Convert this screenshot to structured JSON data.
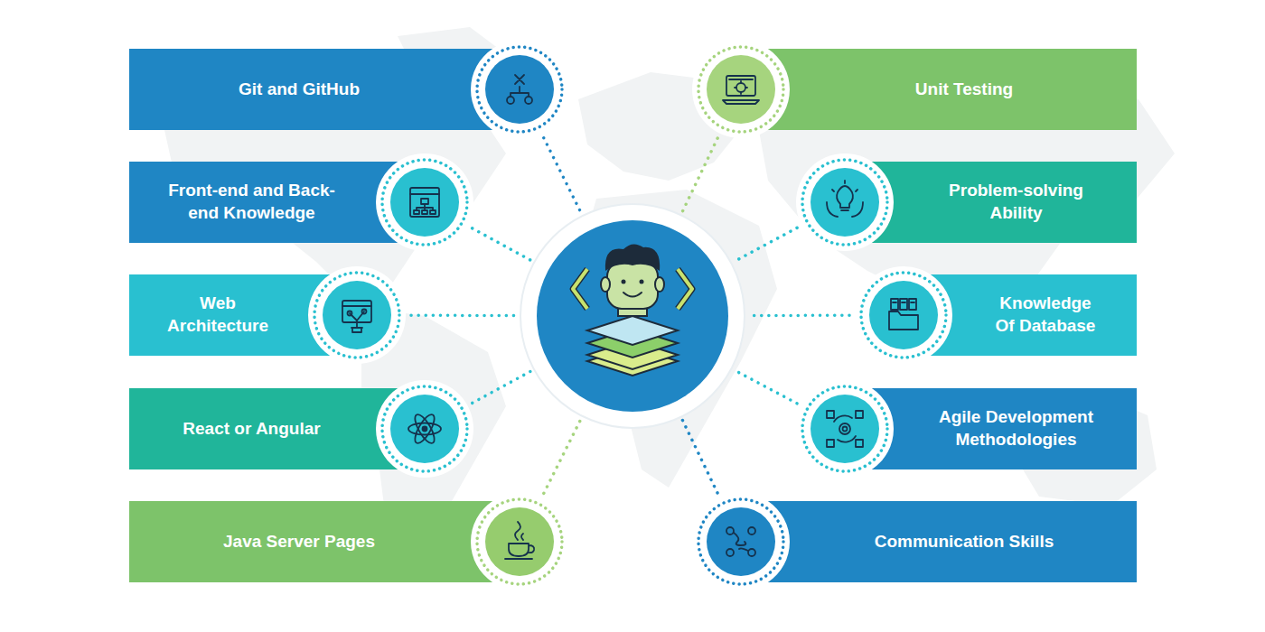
{
  "diagram": {
    "nodes": [
      {
        "text": [
          "Git and GitHub"
        ]
      },
      {
        "text": [
          "Unit Testing"
        ]
      },
      {
        "text": [
          "Front-end and Back-end Knowledge"
        ]
      },
      {
        "text": [
          "Problem-solving Ability"
        ]
      },
      {
        "text": [
          "Web Architecture"
        ]
      },
      {
        "text": [
          "Knowledge Of Database"
        ]
      },
      {
        "text": [
          "React or Angular"
        ]
      },
      {
        "text": [
          "Agile Development Methodologies"
        ]
      },
      {
        "text": [
          "Java Server Pages"
        ]
      },
      {
        "text": [
          "Communication Skills"
        ]
      }
    ]
  }
}
